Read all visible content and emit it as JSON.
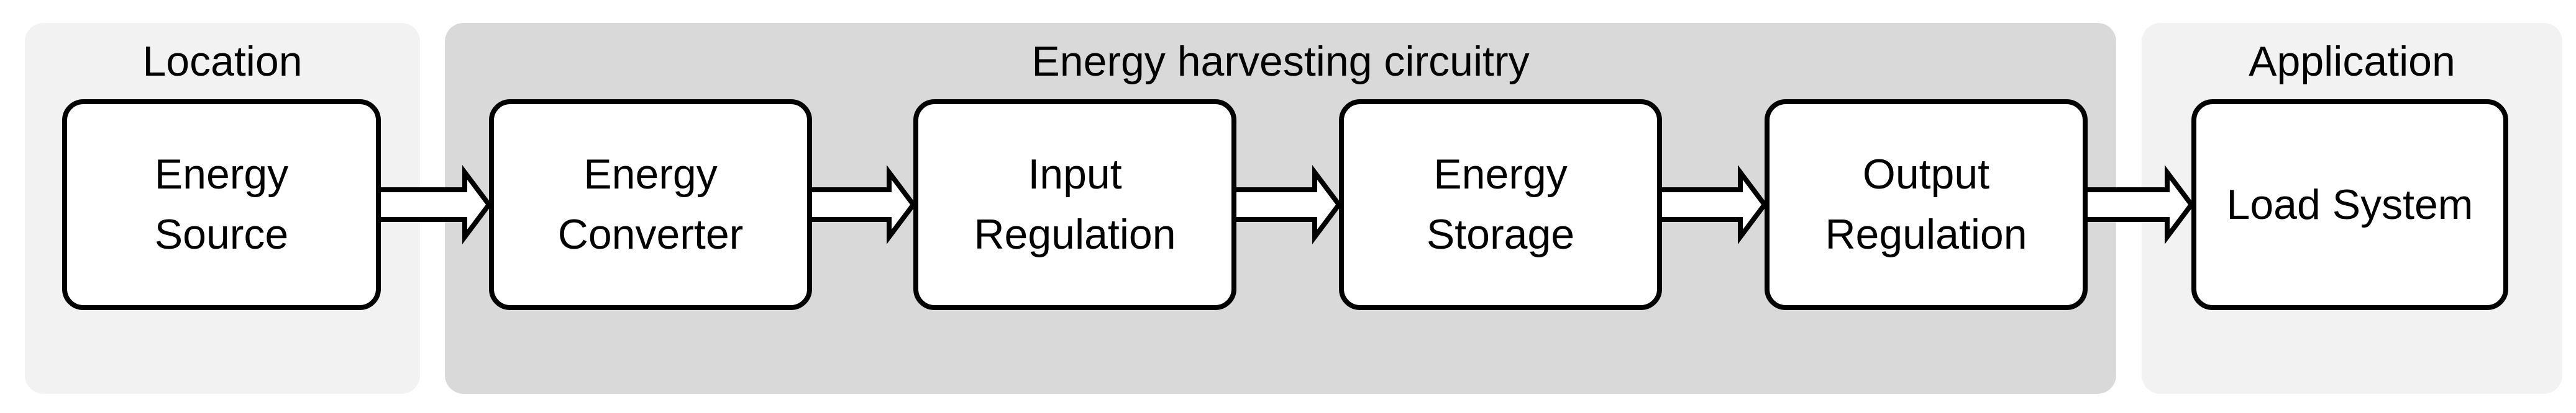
{
  "groups": {
    "location": {
      "title": "Location"
    },
    "harvesting": {
      "title": "Energy harvesting circuitry"
    },
    "application": {
      "title": "Application"
    }
  },
  "blocks": {
    "source": {
      "line1": "Energy",
      "line2": "Source"
    },
    "converter": {
      "line1": "Energy",
      "line2": "Converter"
    },
    "input": {
      "line1": "Input",
      "line2": "Regulation"
    },
    "storage": {
      "line1": "Energy",
      "line2": "Storage"
    },
    "output": {
      "line1": "Output",
      "line2": "Regulation"
    },
    "load": {
      "line1": "Load System"
    }
  },
  "colors": {
    "outer_group_fill": "#f2f2f2",
    "middle_group_fill": "#d9d9d9",
    "block_fill": "#ffffff",
    "stroke": "#000000"
  }
}
